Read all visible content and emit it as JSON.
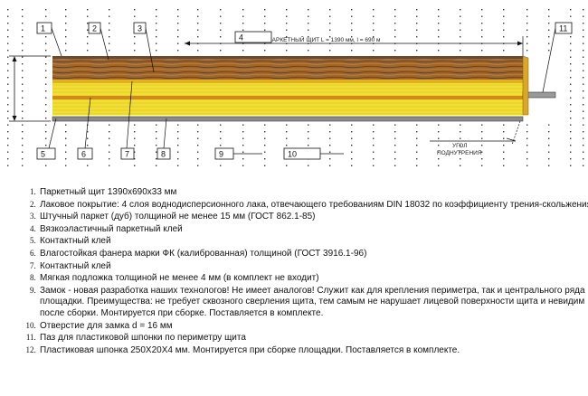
{
  "diagram": {
    "callouts": [
      "1",
      "2",
      "3",
      "4",
      "5",
      "6",
      "7",
      "8",
      "9",
      "10",
      "11"
    ],
    "dimension_label": "ПАРКЕТНЫЙ ЩИТ L = 1390 мм, l = 690 м",
    "angle_label_line1": "УГОЛ",
    "angle_label_line2": "ПОДНУТРЕНИЯ",
    "colors": {
      "lacquer": "#6b4a2e",
      "oak": "#a0662c",
      "oak_grain": "#5a3a1c",
      "glue": "#e2b21e",
      "plywood": "#f1df33",
      "plywood_grain": "#d9b81c",
      "contact": "#cf8a18",
      "underlay": "#8a8a8a",
      "grid_dot": "#333333"
    }
  },
  "legend": [
    "Паркетный щит 1390х690х33 мм",
    "Лаковое покрытие: 4 слоя водно­дисперсионного лака, отвечающего требованиям DIN 18032 по коэффициенту трения-скольжения",
    "Штучный паркет (дуб) толщиной не менее 15 мм (ГОСТ 862.1-85)",
    "Вязкоэластичный паркетный клей",
    "Контактный клей",
    "Влагостойкая фанера марки ФК (калиброванная) толщиной  (ГОСТ 3916.1-96)",
    "Контактный клей",
    "Мягкая подложка толщиной не менее 4 мм (в комплект не входит)",
    "Замок - новая разработка наших технологов! Не имеет аналогов! Служит как для крепления периметра, так и центрального ряда площадки. Преимущества: не требует сквозного сверления щита, тем самым не нарушает лицевой поверхности щита и невидим после сборки. Монтируется при сборке. Поставляется в комплекте.",
    "Отверстие для замка d = 16 мм",
    "Паз для пластиковой шпонки по периметру щита",
    "Пластиковая шпонка 250Х20Х4 мм. Монтируется при сборке площадки. Поставляется в комплекте."
  ]
}
